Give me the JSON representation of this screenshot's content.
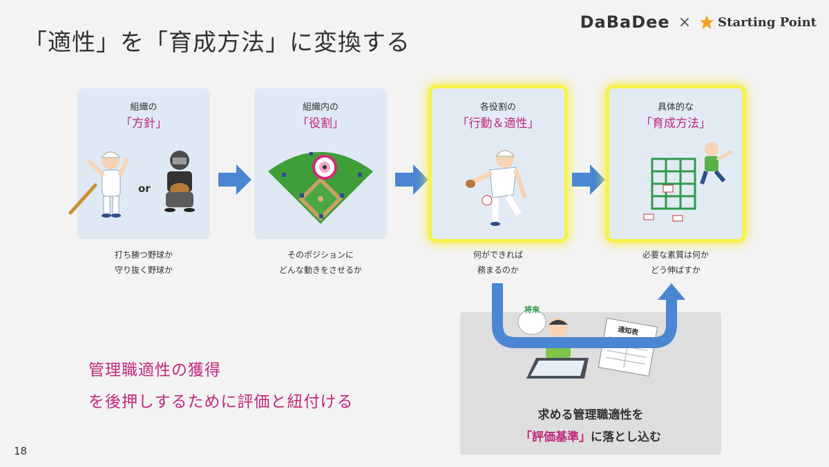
{
  "slide": {
    "title": "「適性」を「育成方法」に変換する",
    "page_number": "18"
  },
  "brand": {
    "left": "DaBaDee",
    "separator": "×",
    "right": "Starting Point"
  },
  "cards": [
    {
      "head": "組織の",
      "key": "「方針」",
      "caption_1": "打ち勝つ野球か",
      "caption_2": "守り抜く野球か",
      "or_label": "or"
    },
    {
      "head": "組織内の",
      "key": "「役割」",
      "caption_1": "そのポジションに",
      "caption_2": "どんな動きをさせるか"
    },
    {
      "head": "各役割の",
      "key": "「行動＆適性」",
      "caption_1": "何ができれば",
      "caption_2": "務まるのか"
    },
    {
      "head": "具体的な",
      "key": "「育成方法」",
      "caption_1": "必要な素質は何か",
      "caption_2": "どう伸ばすか"
    }
  ],
  "bottom_box": {
    "line_1": "求める管理職適性を",
    "line_2_highlight": "「評価基準」",
    "line_2_rest": "に落とし込む",
    "bubble_text": "将来",
    "report_label": "通知表"
  },
  "message": {
    "line_1": "管理職適性の獲得",
    "line_2": "を後押しするために評価と紐付ける"
  },
  "colors": {
    "accent_pink": "#c0287a",
    "arrow_blue": "#4a86d1",
    "card_bg": "#dfe9f3",
    "glow_yellow": "#f7f24a"
  }
}
